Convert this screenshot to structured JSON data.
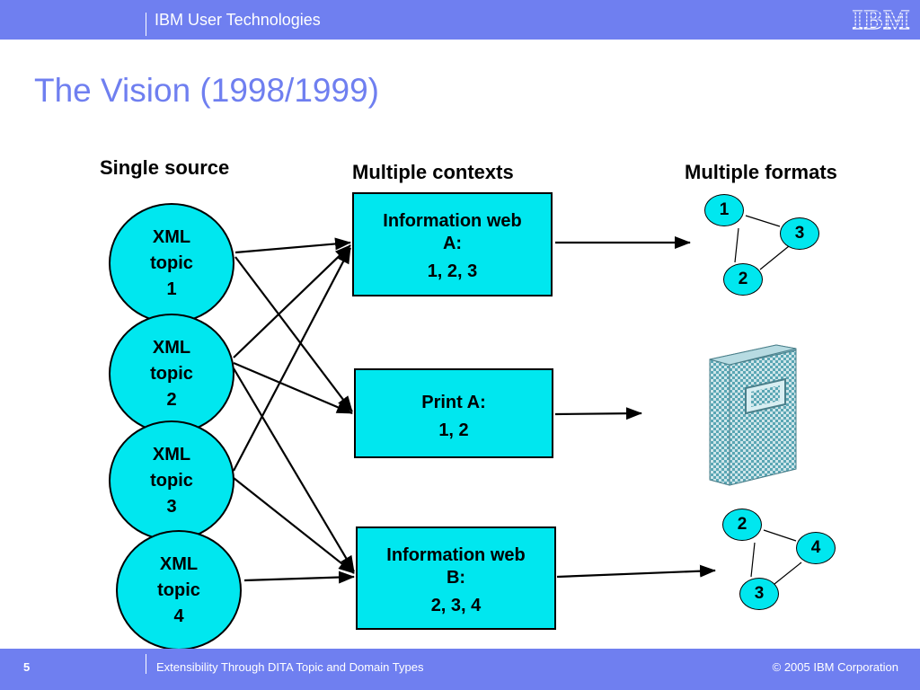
{
  "header": {
    "brand_text": "IBM User Technologies",
    "logo_text": "IBM"
  },
  "slide_title": "The Vision (1998/1999)",
  "headings": {
    "single_source": "Single source",
    "multiple_contexts": "Multiple contexts",
    "multiple_formats": "Multiple formats"
  },
  "topics": [
    {
      "line1": "XML",
      "line2": "topic",
      "num": "1"
    },
    {
      "line1": "XML",
      "line2": "topic",
      "num": "2"
    },
    {
      "line1": "XML",
      "line2": "topic",
      "num": "3"
    },
    {
      "line1": "XML",
      "line2": "topic",
      "num": "4"
    }
  ],
  "contexts": [
    {
      "name_line1": "Information web",
      "name_line2": "A:",
      "nums": "1, 2, 3"
    },
    {
      "name_line1": "Print A:",
      "name_line2": "",
      "nums": "1, 2"
    },
    {
      "name_line1": "Information web",
      "name_line2": "B:",
      "nums": "2, 3, 4"
    }
  ],
  "format_web_a": {
    "nodes": [
      "1",
      "3",
      "2"
    ]
  },
  "format_web_b": {
    "nodes": [
      "2",
      "4",
      "3"
    ]
  },
  "footer": {
    "page_number": "5",
    "presentation_title": "Extensibility Through DITA Topic and Domain Types",
    "copyright": "© 2005 IBM Corporation"
  },
  "colors": {
    "bar": "#6f7ff0",
    "shape_fill": "#00e7ef",
    "title": "#6f7ff0"
  }
}
